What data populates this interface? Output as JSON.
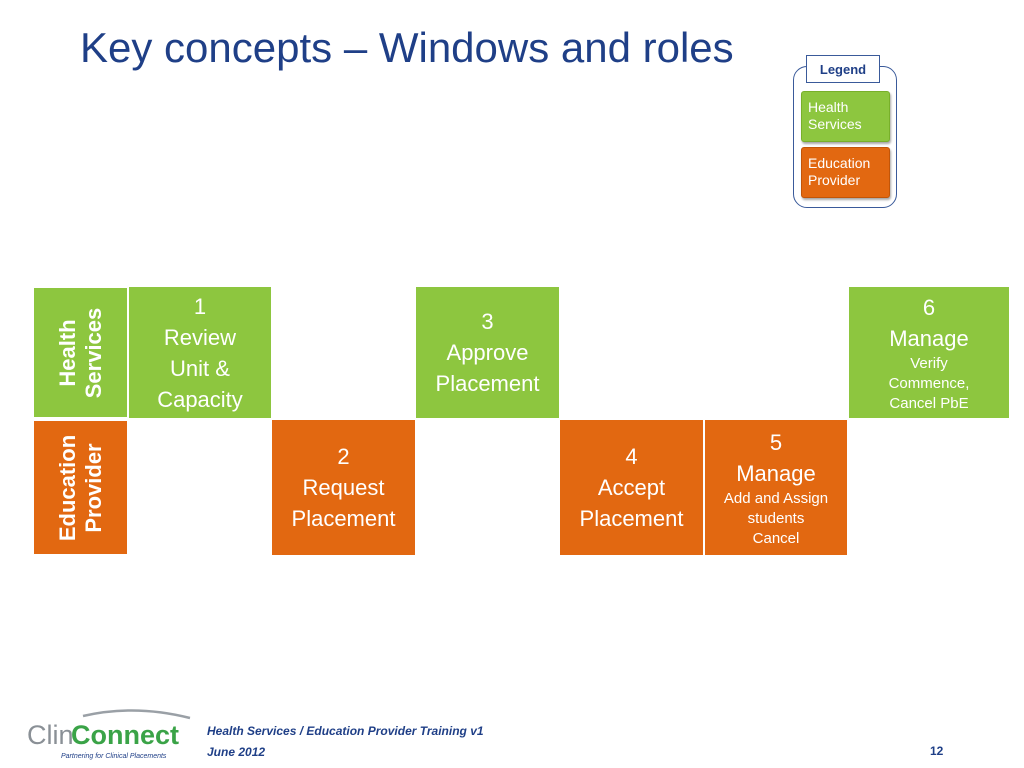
{
  "slide": {
    "title": "Key concepts – Windows and roles",
    "page_number": "12"
  },
  "legend": {
    "title": "Legend",
    "items": [
      {
        "label": "Health Services",
        "color": "#8dc63f"
      },
      {
        "label": "Education Provider",
        "color": "#e26811"
      }
    ]
  },
  "lanes": {
    "health": {
      "line1": "Health",
      "line2": "Services",
      "color": "#8dc63f"
    },
    "education": {
      "line1": "Education",
      "line2": "Provider",
      "color": "#e26811"
    }
  },
  "steps": [
    {
      "number": "1",
      "lines": [
        "Review",
        "Unit &",
        "Capacity"
      ],
      "sub": [],
      "lane": "health"
    },
    {
      "number": "2",
      "lines": [
        "Request",
        "Placement"
      ],
      "sub": [],
      "lane": "education"
    },
    {
      "number": "3",
      "lines": [
        "Approve",
        "Placement"
      ],
      "sub": [],
      "lane": "health"
    },
    {
      "number": "4",
      "lines": [
        "Accept",
        "Placement"
      ],
      "sub": [],
      "lane": "education"
    },
    {
      "number": "5",
      "lines": [
        "Manage"
      ],
      "sub": [
        "Add and Assign",
        "students",
        "Cancel"
      ],
      "lane": "education"
    },
    {
      "number": "6",
      "lines": [
        "Manage"
      ],
      "sub": [
        "Verify",
        "Commence,",
        "Cancel PbE"
      ],
      "lane": "health"
    }
  ],
  "footer": {
    "line1": "Health Services / Education Provider Training v1",
    "line2": "June 2012"
  },
  "logo": {
    "text_part1": "Clin",
    "text_part2": "Connect",
    "tagline": "Partnering for Clinical Placements"
  }
}
